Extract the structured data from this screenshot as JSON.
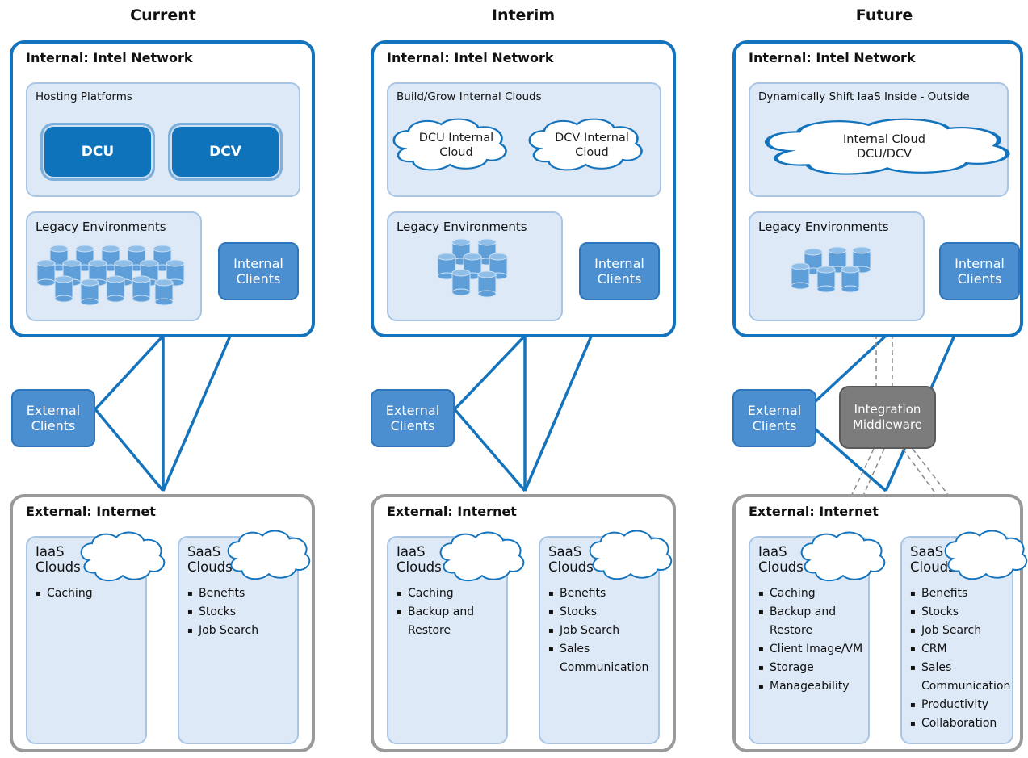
{
  "columns": [
    {
      "title": "Current",
      "internal_header": "Internal: Intel Network",
      "top_panel_label": "Hosting Platforms",
      "platforms": [
        "DCU",
        "DCV"
      ],
      "legacy_label": "Legacy Environments",
      "internal_clients": "Internal Clients",
      "external_clients": "External Clients",
      "external_header": "External: Internet",
      "iaas": {
        "title": "IaaS Clouds",
        "items": [
          "Caching"
        ]
      },
      "saas": {
        "title": "SaaS Clouds",
        "items": [
          "Benefits",
          "Stocks",
          "Job Search"
        ]
      }
    },
    {
      "title": "Interim",
      "internal_header": "Internal: Intel Network",
      "top_panel_label": "Build/Grow Internal Clouds",
      "clouds": [
        "DCU Internal Cloud",
        "DCV Internal Cloud"
      ],
      "legacy_label": "Legacy Environments",
      "internal_clients": "Internal Clients",
      "external_clients": "External Clients",
      "external_header": "External: Internet",
      "iaas": {
        "title": "IaaS Clouds",
        "items": [
          "Caching",
          "Backup and Restore"
        ]
      },
      "saas": {
        "title": "SaaS Clouds",
        "items": [
          "Benefits",
          "Stocks",
          "Job Search",
          "Sales Communication"
        ]
      }
    },
    {
      "title": "Future",
      "internal_header": "Internal: Intel Network",
      "top_panel_label": "Dynamically Shift IaaS Inside - Outside",
      "cloud": "Internal Cloud DCU/DCV",
      "legacy_label": "Legacy Environments",
      "internal_clients": "Internal Clients",
      "external_clients": "External Clients",
      "middleware": "Integration Middleware",
      "external_header": "External: Internet",
      "iaas": {
        "title": "IaaS Clouds",
        "items": [
          "Caching",
          "Backup and Restore",
          "Client Image/VM",
          "Storage",
          "Manageability"
        ]
      },
      "saas": {
        "title": "SaaS Clouds",
        "items": [
          "Benefits",
          "Stocks",
          "Job Search",
          "CRM",
          "Sales Communication",
          "Productivity",
          "Collaboration"
        ]
      }
    }
  ],
  "colors": {
    "network_blue": "#1473bd",
    "internet_gray": "#9a9a9a",
    "panel_fill": "#dde9f6",
    "client_blue": "#4c8fd0",
    "middleware_gray": "#7c7c7c"
  },
  "icons": [
    "database-cylinder-icon",
    "cloud-icon"
  ]
}
